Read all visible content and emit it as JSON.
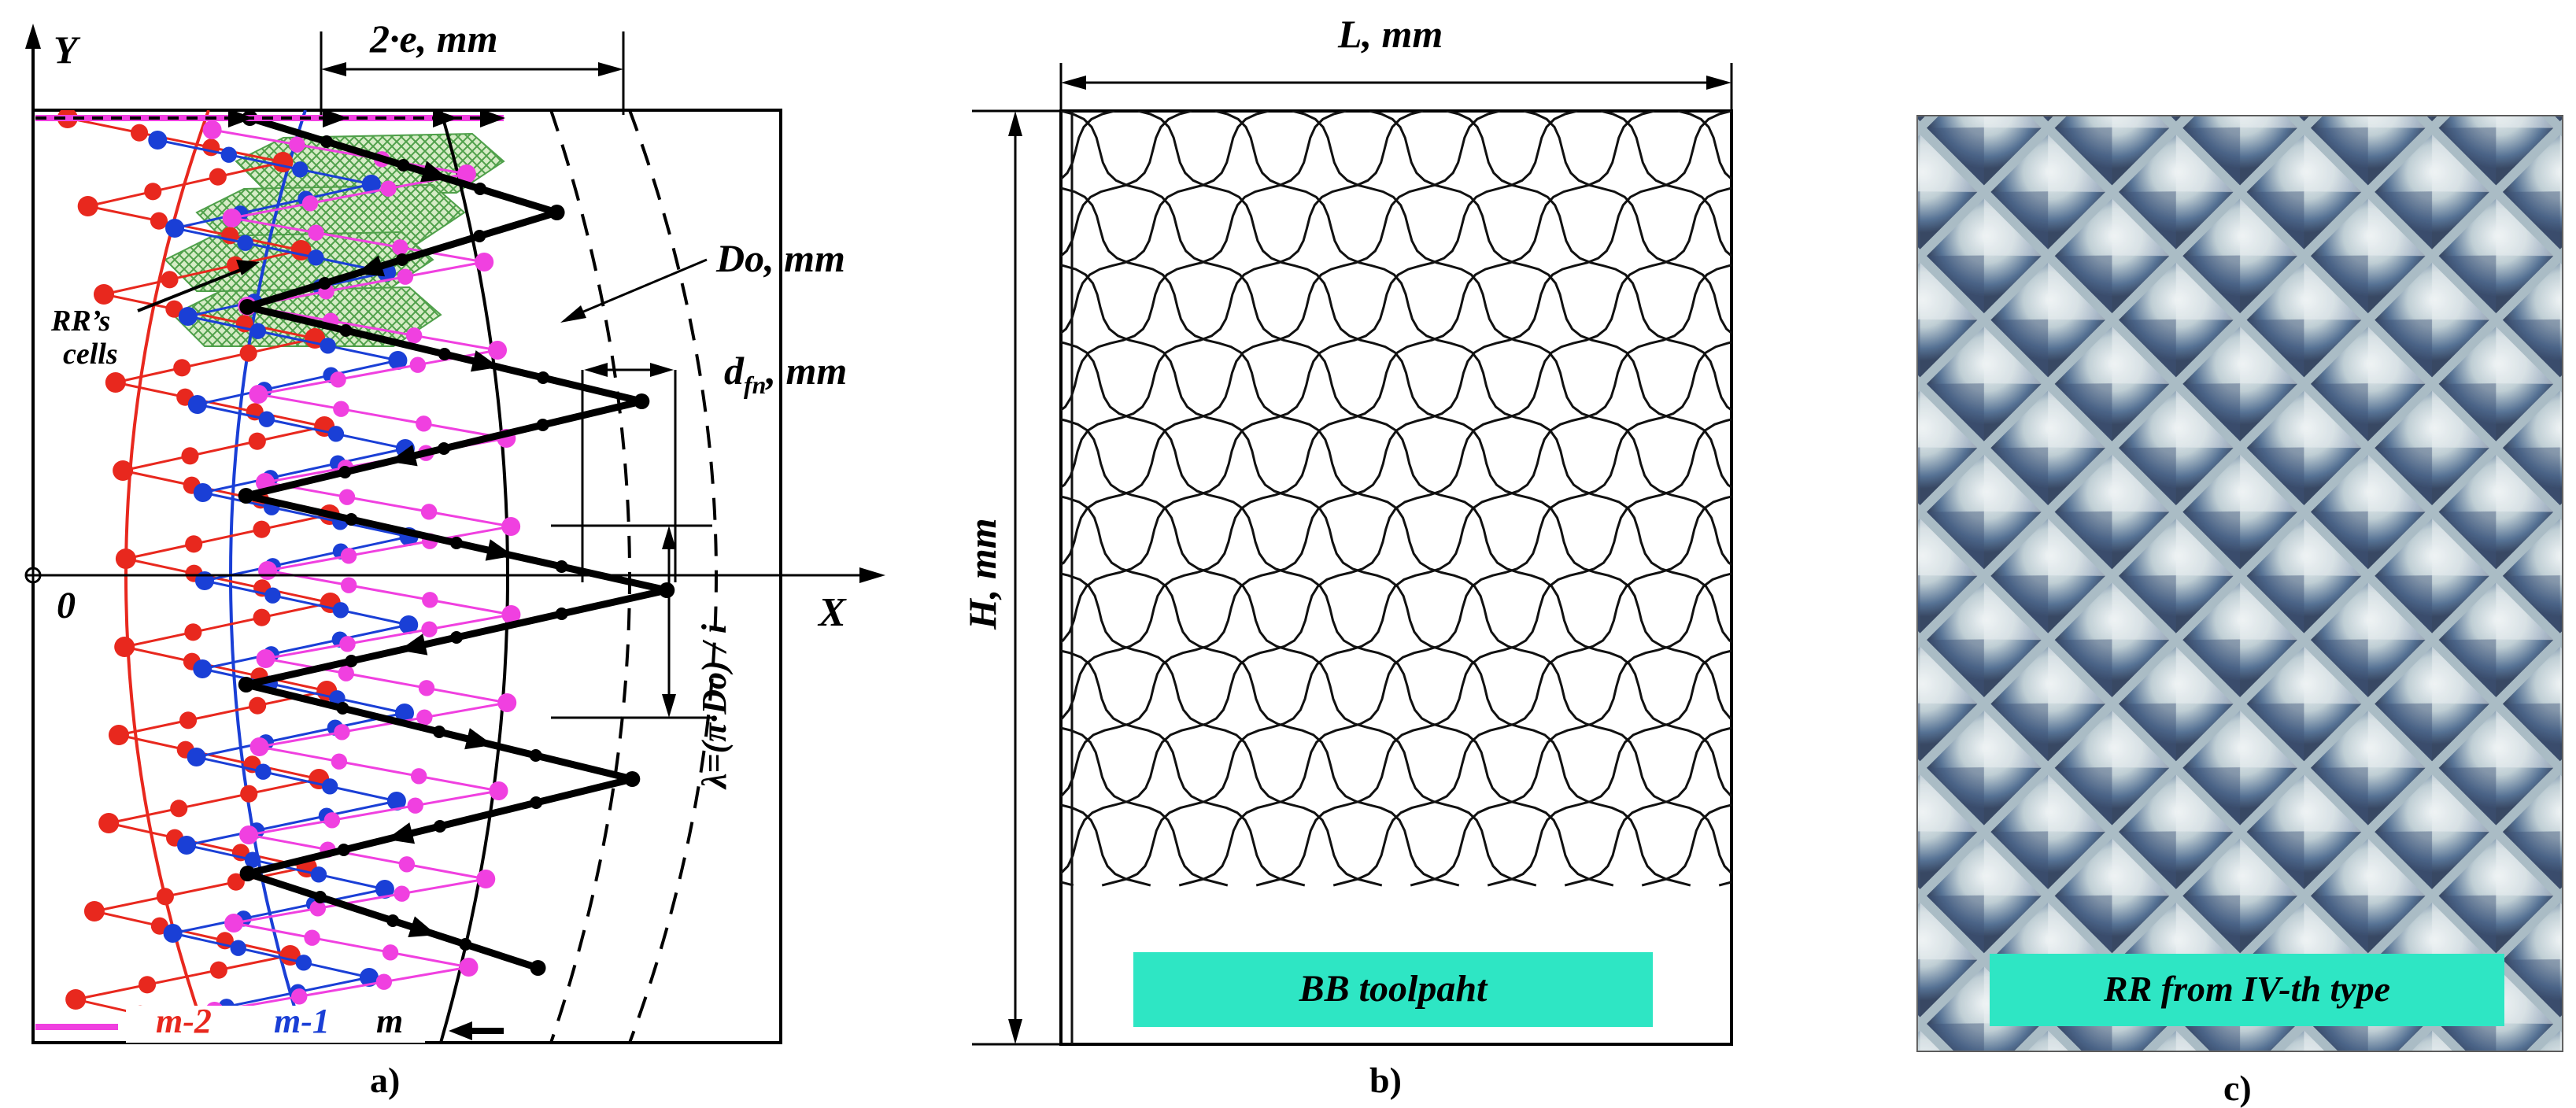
{
  "panel_a": {
    "axis_y": "Y",
    "axis_x": "X",
    "origin": "0",
    "eccentricity_label": "2·e, mm",
    "do_label": "Do, mm",
    "dfn_label": "d",
    "dfn_sub": "fn",
    "dfn_unit": ", mm",
    "cells_label_1": "RR’s",
    "cells_label_2": "cells",
    "lambda_label": "λ=(π·Do) / i",
    "traj_labels": [
      "m-2",
      "m-1",
      "m"
    ],
    "caption": "a)"
  },
  "panel_b": {
    "width_label": "L, mm",
    "height_label": "H, mm",
    "banner": "BB toolpaht",
    "caption": "b)"
  },
  "panel_c": {
    "banner": "RR from IV-th type",
    "caption": "c)"
  },
  "colors": {
    "red": "#e8281e",
    "blue": "#1a3fd6",
    "magenta": "#f040e0",
    "black": "#000000",
    "cell_fill": "#cfe8c0",
    "cell_hatch": "#4fa04a",
    "banner": "#2ee6c4"
  }
}
